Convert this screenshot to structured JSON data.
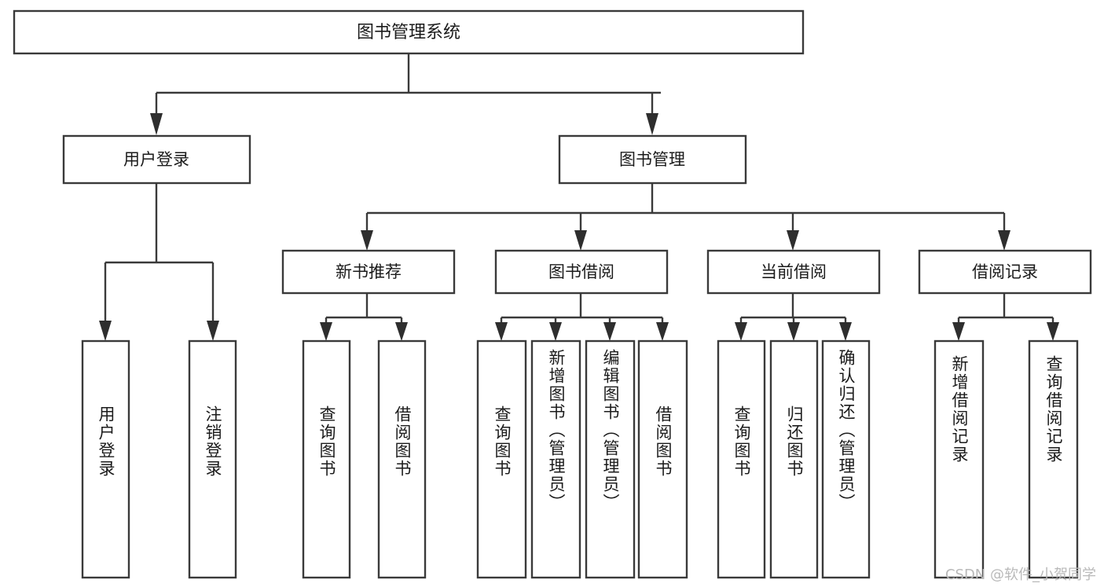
{
  "diagram": {
    "type": "tree",
    "title": "图书管理系统",
    "watermark": "CSDN @软件_小贺同学",
    "colors": {
      "stroke": "#3a3a3a",
      "fill": "#ffffff",
      "text": "#1b1b1b",
      "watermark": "#b9b9b9"
    },
    "root": {
      "label": "图书管理系统"
    },
    "level2": [
      {
        "label": "用户登录"
      },
      {
        "label": "图书管理"
      }
    ],
    "level3": [
      {
        "label": "新书推荐"
      },
      {
        "label": "图书借阅"
      },
      {
        "label": "当前借阅"
      },
      {
        "label": "借阅记录"
      }
    ],
    "leaves": {
      "user_login": [
        {
          "label": "用户登录"
        },
        {
          "label": "注销登录"
        }
      ],
      "new_book_recommend": [
        {
          "label": "查询图书"
        },
        {
          "label": "借阅图书"
        }
      ],
      "book_borrow": [
        {
          "label": "查询图书"
        },
        {
          "label": "新增图书（管理员）"
        },
        {
          "label": "编辑图书（管理员）"
        },
        {
          "label": "借阅图书"
        }
      ],
      "current_borrow": [
        {
          "label": "查询图书"
        },
        {
          "label": "归还图书"
        },
        {
          "label": "确认归还（管理员）"
        }
      ],
      "borrow_record": [
        {
          "label": "新增借阅记录"
        },
        {
          "label": "查询借阅记录"
        }
      ]
    }
  }
}
